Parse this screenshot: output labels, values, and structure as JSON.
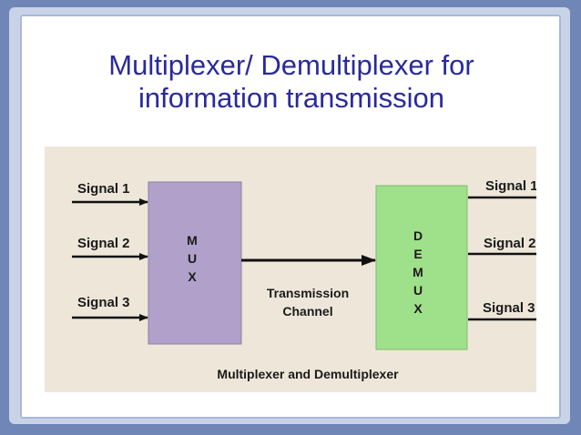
{
  "slide": {
    "title_line1": "Multiplexer/ Demultiplexer for",
    "title_line2": "information transmission"
  },
  "diagram": {
    "inputs": [
      "Signal 1",
      "Signal 2",
      "Signal 3"
    ],
    "outputs": [
      "Signal 1",
      "Signal 2",
      "Signal 3"
    ],
    "mux_letters": [
      "M",
      "U",
      "X"
    ],
    "demux_letters": [
      "D",
      "E",
      "M",
      "U",
      "X"
    ],
    "channel_line1": "Transmission",
    "channel_line2": "Channel",
    "caption": "Multiplexer and Demultiplexer",
    "colors": {
      "mux": "#b1a0c9",
      "demux": "#9fe08a",
      "background": "#eee7d9",
      "title": "#2a2a9c"
    }
  }
}
